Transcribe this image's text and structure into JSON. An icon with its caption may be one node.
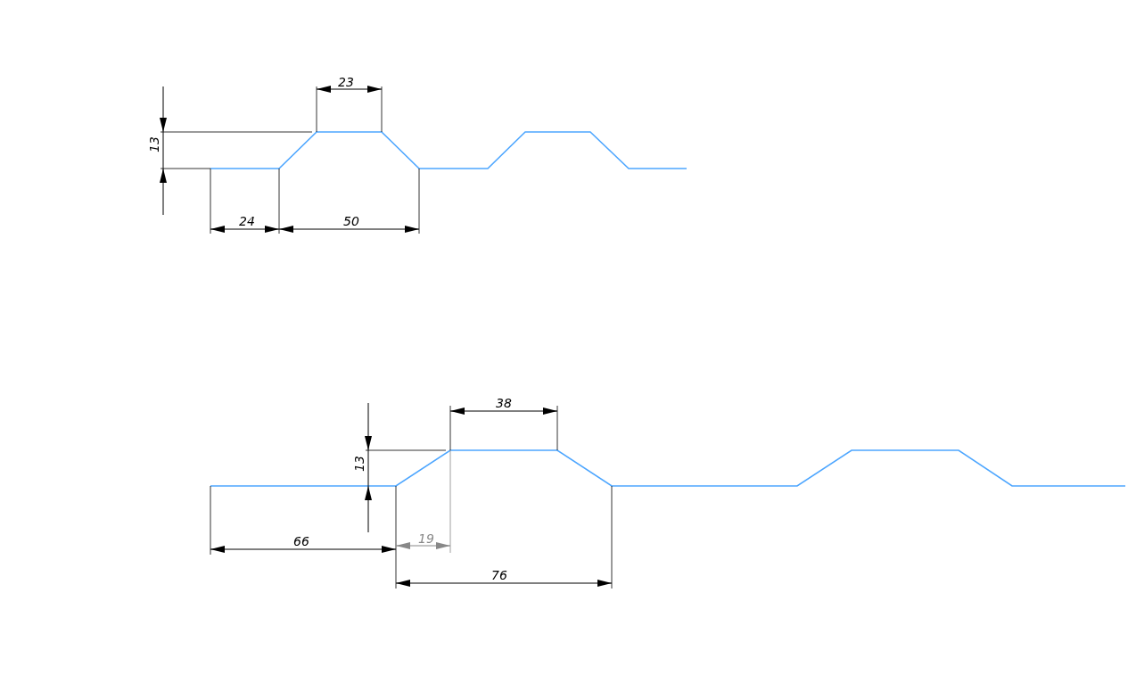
{
  "diagram": {
    "labels": [
      "23",
      "13",
      "24",
      "50",
      "38",
      "13",
      "66",
      "19",
      "76"
    ]
  }
}
